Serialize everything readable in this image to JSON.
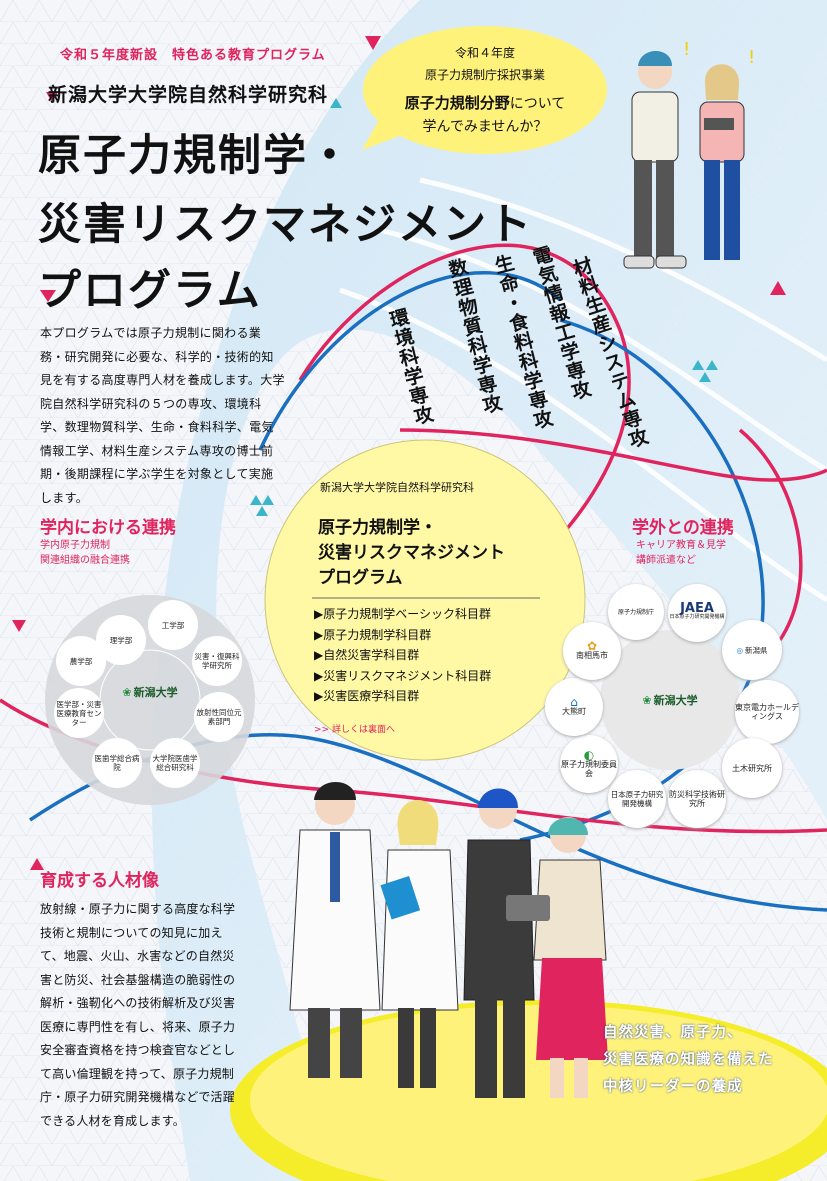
{
  "header": {
    "tagline": "令和５年度新設　特色ある教育プログラム",
    "school": "新潟大学大学院自然科学研究科",
    "title_lines": [
      "原子力規制学・",
      "災害リスクマネジメント",
      "プログラム"
    ]
  },
  "speech_bubble": {
    "line1": "令和４年度",
    "line2": "原子力規制庁採択事業",
    "line3_emph": "原子力規制分野",
    "line3_rest": "について",
    "line4": "学んでみませんか？"
  },
  "intro_text": "本プログラムでは原子力規制に関わる業務・研究開発に必要な、科学的・技術的知見を有する高度専門人材を養成します。大学院自然科学研究科の５つの専攻、環境科学、数理物質科学、生命・食料科学、電気情報工学、材料生産システム専攻の博士前期・後期課程に学ぶ学生を対象として実施します。",
  "departments": [
    "材料生産システム専攻",
    "電気情報工学専攻",
    "生命・食料科学専攻",
    "数理物質科学専攻",
    "環境科学専攻"
  ],
  "center": {
    "school": "新潟大学大学院自然科学研究科",
    "title_lines": [
      "原子力規制学・",
      "災害リスクマネジメント",
      "プログラム"
    ],
    "courses": [
      "▶原子力規制学ベーシック科目群",
      "▶原子力規制学科目群",
      "▶自然災害学科目群",
      "▶災害リスクマネジメント科目群",
      "▶災害医療学科目群"
    ],
    "more": ">> 詳しくは裏面へ"
  },
  "internal": {
    "heading": "学内における連携",
    "sub1": "学内原子力規制",
    "sub2": "関連組織の融合連携",
    "center_label": "新潟大学",
    "nodes": [
      "理学部",
      "工学部",
      "災害・復興科学研究所",
      "放射性同位元素部門",
      "大学院医歯学総合研究科",
      "医歯学総合病院",
      "医学部・災害医療教育センター",
      "農学部"
    ]
  },
  "external": {
    "heading": "学外との連携",
    "sub1": "キャリア教育＆見学",
    "sub2": "講師派遣など",
    "center_label": "新潟大学",
    "nodes": [
      "原子力規制庁",
      "日本原子力研究開発機構",
      "新潟県",
      "東京電力ホールディングス",
      "土木研究所",
      "防災科学技術研究所",
      "日本原子力研究開発機構",
      "原子力規制委員会",
      "大熊町",
      "南相馬市"
    ],
    "logo_texts": [
      "JAEA",
      "新潟県"
    ]
  },
  "jinzai": {
    "heading": "育成する人材像",
    "text": "放射線・原子力に関する高度な科学技術と規制についての知見に加えて、地震、火山、水害などの自然災害と防災、社会基盤構造の脆弱性の解析・強靭化への技術解析及び災害医療に専門性を有し、将来、原子力安全審査資格を持つ検査官などとして高い倫理観を持って、原子力規制庁・原子力研究開発機構などで活躍できる人材を育成します。"
  },
  "leader_lines": [
    "自然災害、原子力、",
    "災害医療の知識を備えた",
    "中核リーダーの養成"
  ],
  "colors": {
    "accent": "#e0245e",
    "blue": "#1a6fc0",
    "yellow": "#fff27a",
    "stage": "#f5ec2a"
  }
}
